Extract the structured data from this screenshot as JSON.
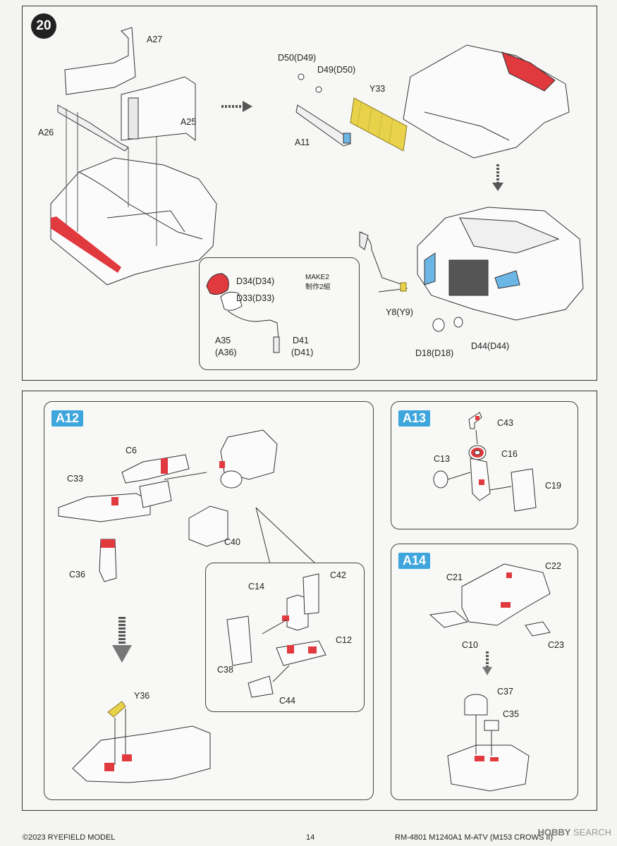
{
  "step": {
    "number": "20"
  },
  "main": {
    "labels": {
      "a27": "A27",
      "a26": "A26",
      "a25": "A25",
      "d50": "D50(D49)",
      "d49": "D49(D50)",
      "y33": "Y33",
      "a11": "A11",
      "y8": "Y8(Y9)",
      "d18": "D18(D18)",
      "d44": "D44(D44)"
    },
    "inset": {
      "make_en": "MAKE2",
      "make_cn": "制作2組",
      "d34": "D34(D34)",
      "d33": "D33(D33)",
      "a35_1": "A35",
      "a35_2": "(A36)",
      "d41_1": "D41",
      "d41_2": "(D41)"
    }
  },
  "a12": {
    "tag": "A12",
    "labels": {
      "c6": "C6",
      "c33": "C33",
      "c36": "C36",
      "c40": "C40",
      "y36": "Y36"
    },
    "detail": {
      "c14": "C14",
      "c42": "C42",
      "c38": "C38",
      "c12": "C12",
      "c44": "C44"
    }
  },
  "a13": {
    "tag": "A13",
    "labels": {
      "c43": "C43",
      "c16": "C16",
      "c13": "C13",
      "c19": "C19"
    }
  },
  "a14": {
    "tag": "A14",
    "labels": {
      "c21": "C21",
      "c22": "C22",
      "c10": "C10",
      "c23": "C23",
      "c37": "C37",
      "c35": "C35"
    }
  },
  "footer": {
    "copyright": "©2023 RYEFIELD MODEL",
    "page": "14",
    "product": "RM-4801 M1240A1 M-ATV (M153 CROWS II)"
  },
  "watermark": {
    "brand": "HOBBY",
    "suffix": "SEARCH"
  },
  "colors": {
    "accent_red": "#e0393e",
    "blue": "#6cb6e6",
    "yellow": "#e8d24a",
    "tag_blue": "#3ea6dd"
  }
}
